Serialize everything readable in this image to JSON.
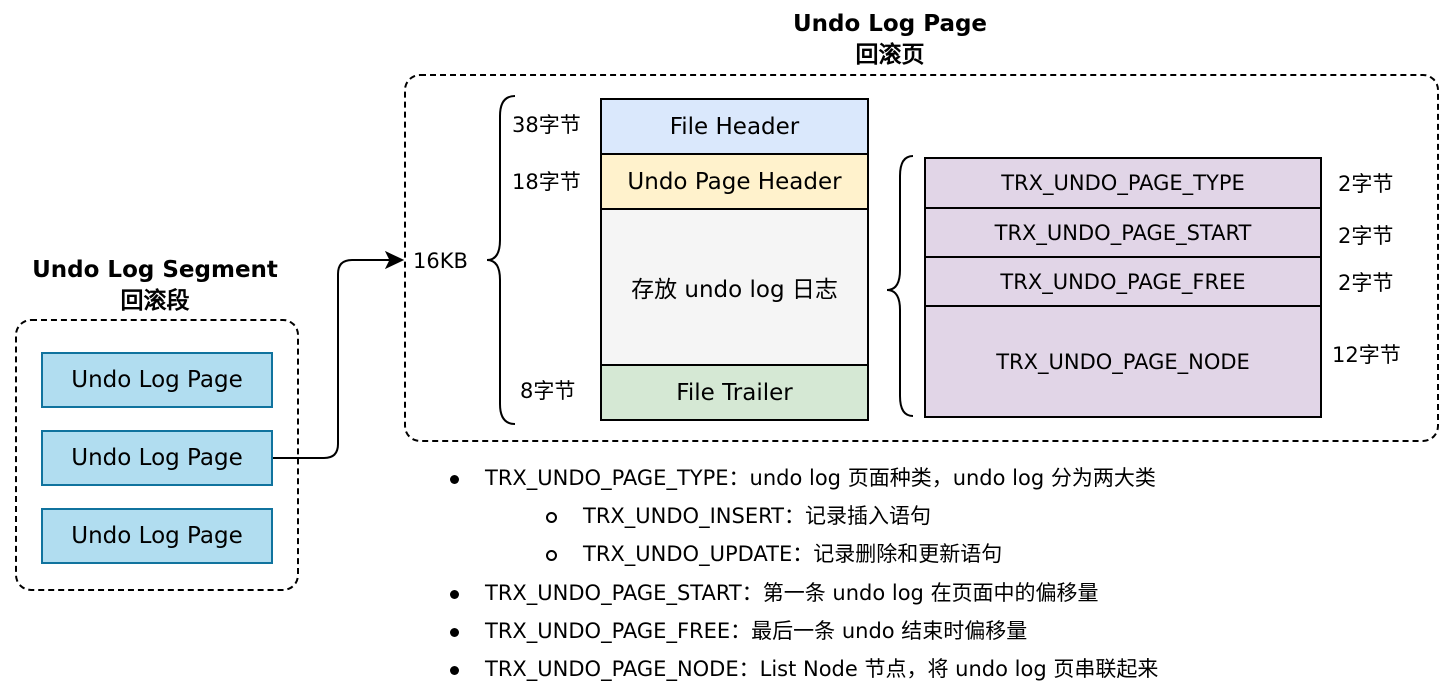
{
  "undo_log_page_title": {
    "en": "Undo Log Page",
    "zh": "回滚页"
  },
  "undo_log_segment": {
    "title_en": "Undo Log Segment",
    "title_zh": "回滚段",
    "pages": [
      "Undo Log Page",
      "Undo Log Page",
      "Undo Log Page"
    ]
  },
  "page_size_label": "16KB",
  "page_blocks": [
    {
      "label": "File Header",
      "size": "38字节",
      "color": "#dae8fc"
    },
    {
      "label": "Undo Page Header",
      "size": "18字节",
      "color": "#fff2cc"
    },
    {
      "label": "存放 undo log 日志",
      "size": "",
      "color": "#f5f5f5"
    },
    {
      "label": "File Trailer",
      "size": "8字节",
      "color": "#d5e8d4"
    }
  ],
  "header_fields": [
    {
      "name": "TRX_UNDO_PAGE_TYPE",
      "size": "2字节"
    },
    {
      "name": "TRX_UNDO_PAGE_START",
      "size": "2字节"
    },
    {
      "name": "TRX_UNDO_PAGE_FREE",
      "size": "2字节"
    },
    {
      "name": "TRX_UNDO_PAGE_NODE",
      "size": "12字节"
    }
  ],
  "notes": [
    {
      "level": 1,
      "text": "TRX_UNDO_PAGE_TYPE：undo log 页面种类，undo log 分为两大类"
    },
    {
      "level": 2,
      "text": "TRX_UNDO_INSERT：记录插入语句"
    },
    {
      "level": 2,
      "text": "TRX_UNDO_UPDATE：记录删除和更新语句"
    },
    {
      "level": 1,
      "text": "TRX_UNDO_PAGE_START：第一条 undo log 在页面中的偏移量"
    },
    {
      "level": 1,
      "text": "TRX_UNDO_PAGE_FREE：最后一条 undo 结束时偏移量"
    },
    {
      "level": 1,
      "text": "TRX_UNDO_PAGE_NODE：List Node 节点，将 undo log 页串联起来"
    }
  ],
  "colors": {
    "segment_page_fill": "#b1ddf0",
    "segment_page_stroke": "#10739e",
    "field_fill": "#e1d5e7"
  }
}
